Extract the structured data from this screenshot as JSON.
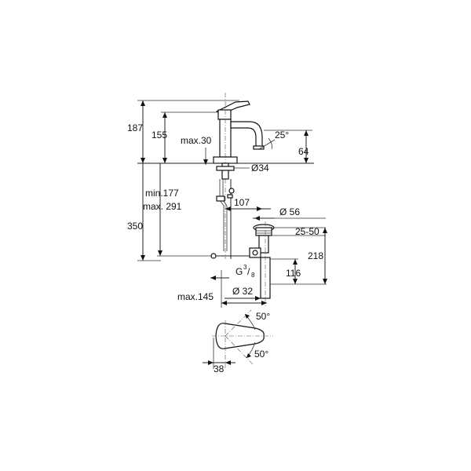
{
  "drawing": {
    "labels": {
      "h187": "187",
      "h155": "155",
      "max30": "max.30",
      "angle25": "25°",
      "h64": "64",
      "d34": "Ø34",
      "min177": "min.177",
      "max291": "max. 291",
      "d107": "107",
      "h350": "350",
      "d56": "Ø 56",
      "r2550": "25-50",
      "h218": "218",
      "g_prefix": "G",
      "g_num": "3",
      "g_slash": "/",
      "g_den": "8",
      "h116": "116",
      "d32": "Ø 32",
      "max145": "max.145",
      "angle50a": "50°",
      "angle50b": "50°",
      "w38": "38"
    }
  }
}
